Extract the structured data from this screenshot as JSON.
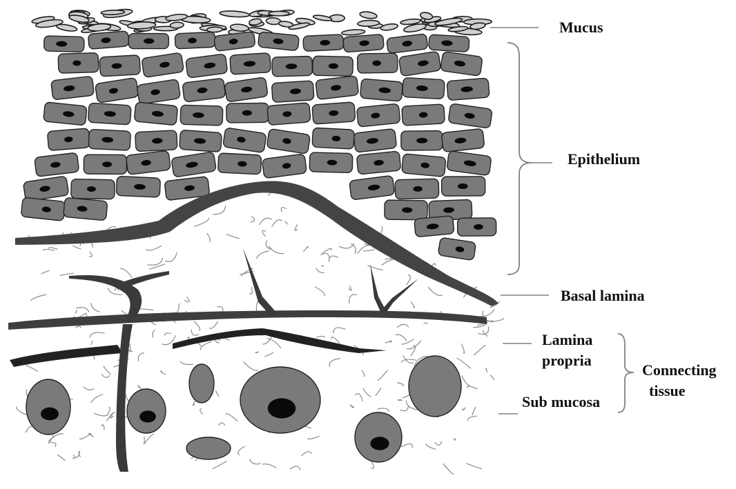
{
  "labels": {
    "mucus": "Mucus",
    "epithelium": "Epithelium",
    "basal_lamina": "Basal lamina",
    "lamina_propria_line1": "Lamina",
    "lamina_propria_line2": "propria",
    "sub_mucosa": "Sub mucosa",
    "connecting_line1": "Connecting",
    "connecting_line2": "tissue"
  },
  "colors": {
    "cell_fill": "#7a7a7a",
    "nucleus": "#0a0a0a",
    "membrane": "#3c3c3c",
    "fiber": "#8a8a8a",
    "leader": "#808080"
  }
}
